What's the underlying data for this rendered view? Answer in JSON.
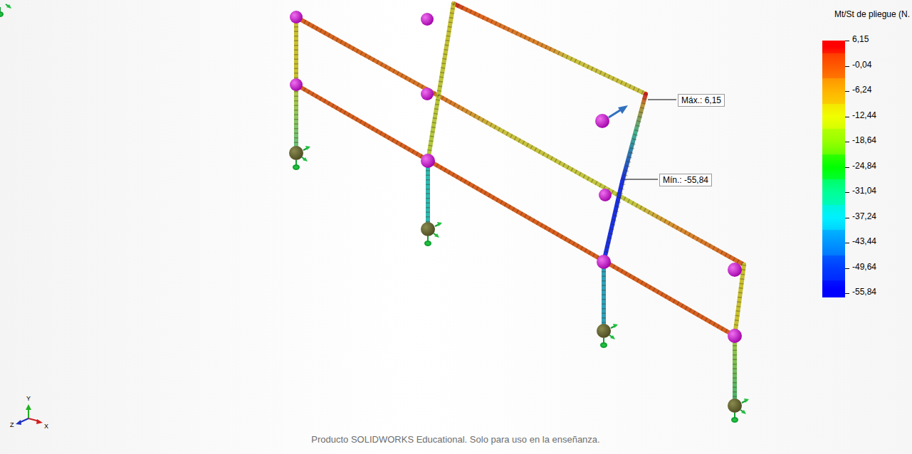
{
  "diagram": {
    "labels": [
      "Mt/St de pliegue (N.",
      "Máx.: 6,15",
      "Mín.: -55,84",
      "Producto SOLIDWORKS Educational. Solo para uso en la enseñanza.",
      "Y",
      "Z",
      "X"
    ],
    "legend": [
      {
        "text": "6,15",
        "color": "#ff0000"
      },
      {
        "text": "-0,04",
        "color": "#ff5a00"
      },
      {
        "text": "-6,24",
        "color": "#ffb400"
      },
      {
        "text": "-12,44",
        "color": "#f0ff00"
      },
      {
        "text": "-18,64",
        "color": "#96ff00"
      },
      {
        "text": "-24,84",
        "color": "#00ff00"
      },
      {
        "text": "-31,04",
        "color": "#00ff96"
      },
      {
        "text": "-37,24",
        "color": "#00f0ff"
      },
      {
        "text": "-43,44",
        "color": "#0096ff"
      },
      {
        "text": "-49,64",
        "color": "#003cff"
      },
      {
        "text": "-55,84",
        "color": "#0000ff"
      }
    ]
  }
}
